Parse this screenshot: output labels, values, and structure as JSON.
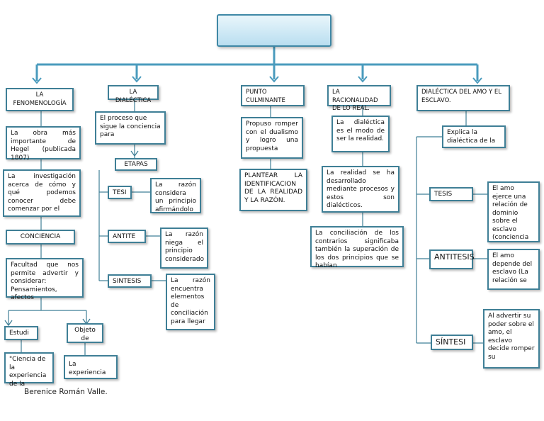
{
  "root": {
    "label": ""
  },
  "author": "Berenice Román Valle.",
  "branches": {
    "fenomenologia": {
      "title": "LA FENOMENOLOGÍA",
      "obra": "La obra más importante de Hegel (publicada 1807)",
      "investigacion": "La investigación acerca de cómo y qué podemos conocer debe comenzar por el",
      "conciencia": "CONCIENCIA",
      "facultad": "Facultad que nos permite advertir y considerar: Pensamientos, afectos",
      "estudio": "Estudi",
      "objeto": "Objeto de",
      "ciencia": "\"Ciencia de la experiencia de la",
      "experiencia": "La experiencia"
    },
    "dialectica": {
      "title": "LA DIALÉCTICA",
      "proceso": "El proceso que sigue la conciencia para",
      "etapas": "ETAPAS",
      "tesis": "TESI",
      "tesis_desc": "La razón considera un principio afirmándolo",
      "antitesis": "ANTITE",
      "antitesis_desc": "La razón niega el principio considerado",
      "sintesis": "SINTESIS",
      "sintesis_desc": "La razón encuentra elementos de conciliación para llegar"
    },
    "punto": {
      "title": "PUNTO CULMINANTE",
      "propuso": "Propuso romper con el dualismo y logro una propuesta",
      "plantear": "PLANTEAR LA IDENTIFICACION DE LA REALIDAD Y LA RAZÓN."
    },
    "racionalidad": {
      "title": "LA RACIONALIDAD DE LO REAL.",
      "dialectica": "La dialéctica es el modo de ser la realidad.",
      "realidad": "La realidad se ha desarrollado mediante procesos y estos son dialécticos.",
      "conciliacion": "La conciliación de los contrarios significaba también la superación de los dos principios que se habían"
    },
    "amo": {
      "title": "DIALÉCTICA DEL AMO Y EL ESCLAVO.",
      "explica": "Explica la dialéctica de la",
      "tesis": "TESIS",
      "tesis_desc": "El amo ejerce una relación de dominio sobre el esclavo (conciencia",
      "antitesis": "ANTITESIS",
      "antitesis_desc": "El amo depende del esclavo (La relación se",
      "sintesis": "SÍNTESI",
      "sintesis_desc": "Al advertir su poder sobre el amo, el esclavo decide romper su"
    }
  }
}
